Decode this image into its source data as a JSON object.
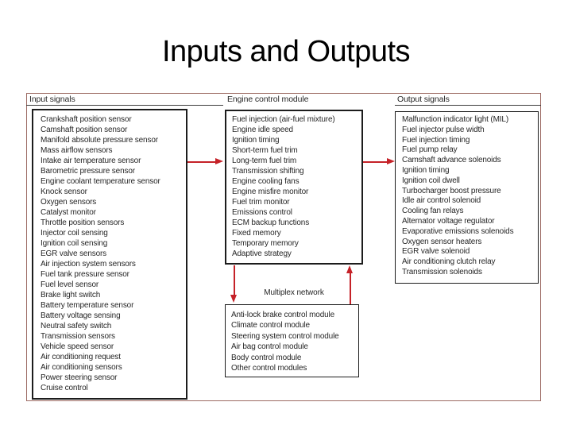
{
  "slide": {
    "title": "Inputs and Outputs"
  },
  "colors": {
    "title_text": "#000000",
    "body_text": "#262626",
    "box_border": "#1c1c1c",
    "frame_border": "#9c6a62",
    "arrow": "#c52228",
    "background": "#ffffff"
  },
  "diagram": {
    "columns": {
      "input": {
        "header": "Input signals",
        "items": [
          "Crankshaft position sensor",
          "Camshaft position sensor",
          "Manifold absolute pressure sensor",
          "Mass airflow sensors",
          "Intake air temperature sensor",
          "Barometric pressure sensor",
          "Engine coolant temperature sensor",
          "Knock sensor",
          "Oxygen sensors",
          "Catalyst monitor",
          "Throttle position sensors",
          "Injector coil sensing",
          "Ignition coil sensing",
          "EGR valve sensors",
          "Air injection system sensors",
          "Fuel tank pressure sensor",
          "Fuel level sensor",
          "Brake light switch",
          "Battery temperature sensor",
          "Battery voltage sensing",
          "Neutral safety switch",
          "Transmission sensors",
          "Vehicle speed sensor",
          "Air conditioning request",
          "Air conditioning sensors",
          "Power steering sensor",
          "Cruise control"
        ]
      },
      "ecm": {
        "header": "Engine control module",
        "items": [
          "Fuel injection (air-fuel mixture)",
          "Engine idle speed",
          "Ignition timing",
          "Short-term fuel trim",
          "Long-term fuel trim",
          "Transmission shifting",
          "Engine cooling fans",
          "Engine misfire monitor",
          "Fuel trim monitor",
          "Emissions control",
          "ECM backup functions",
          "Fixed memory",
          "Temporary memory",
          "Adaptive strategy"
        ]
      },
      "output": {
        "header": "Output signals",
        "items": [
          "Malfunction indicator light (MIL)",
          "Fuel injector pulse width",
          "Fuel injection timing",
          "Fuel pump relay",
          "Camshaft advance solenoids",
          "Ignition timing",
          "Ignition coil dwell",
          "Turbocharger boost pressure",
          "Idle air control solenoid",
          "Cooling fan relays",
          "Alternator voltage regulator",
          "Evaporative emissions solenoids",
          "Oxygen sensor heaters",
          "EGR valve solenoid",
          "Air conditioning clutch relay",
          "Transmission solenoids"
        ]
      }
    },
    "multiplex": {
      "label": "Multiplex network",
      "items": [
        "Anti-lock brake control module",
        "Climate control module",
        "Steering system control module",
        "Air bag control module",
        "Body control module",
        "Other control modules"
      ]
    }
  }
}
